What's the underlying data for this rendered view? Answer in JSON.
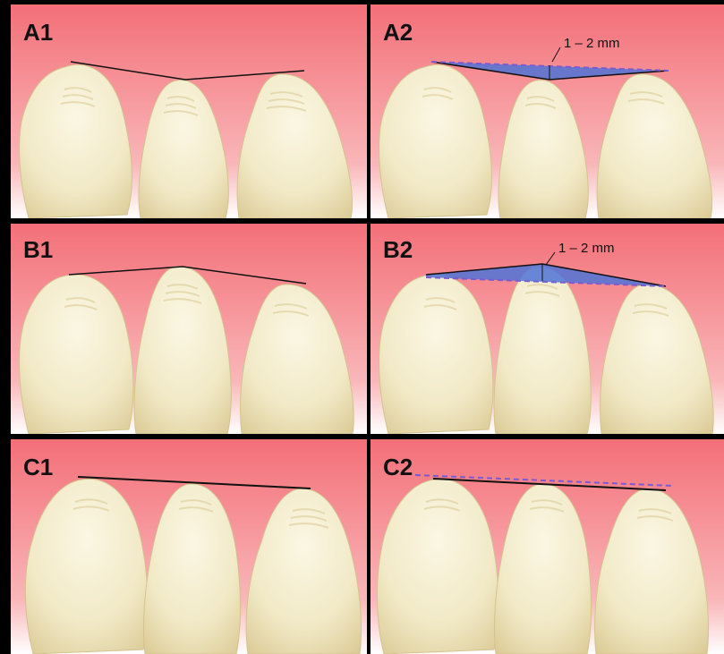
{
  "colors": {
    "gum_top": "#f36f78",
    "gum_bottom": "#ffffff",
    "tooth_fill": "#f3ecc9",
    "tooth_shadow": "#e0d2a2",
    "line": "#111111",
    "dash": "#7b5bd0",
    "wedge": "#4f73d6",
    "frame": "#000000"
  },
  "panels": [
    {
      "id": "A1",
      "label": "A1",
      "measure": ""
    },
    {
      "id": "A2",
      "label": "A2",
      "measure": "1 – 2 mm"
    },
    {
      "id": "B1",
      "label": "B1",
      "measure": ""
    },
    {
      "id": "B2",
      "label": "B2",
      "measure": "1 – 2 mm"
    },
    {
      "id": "C1",
      "label": "C1",
      "measure": ""
    },
    {
      "id": "C2",
      "label": "C2",
      "measure": ""
    }
  ]
}
